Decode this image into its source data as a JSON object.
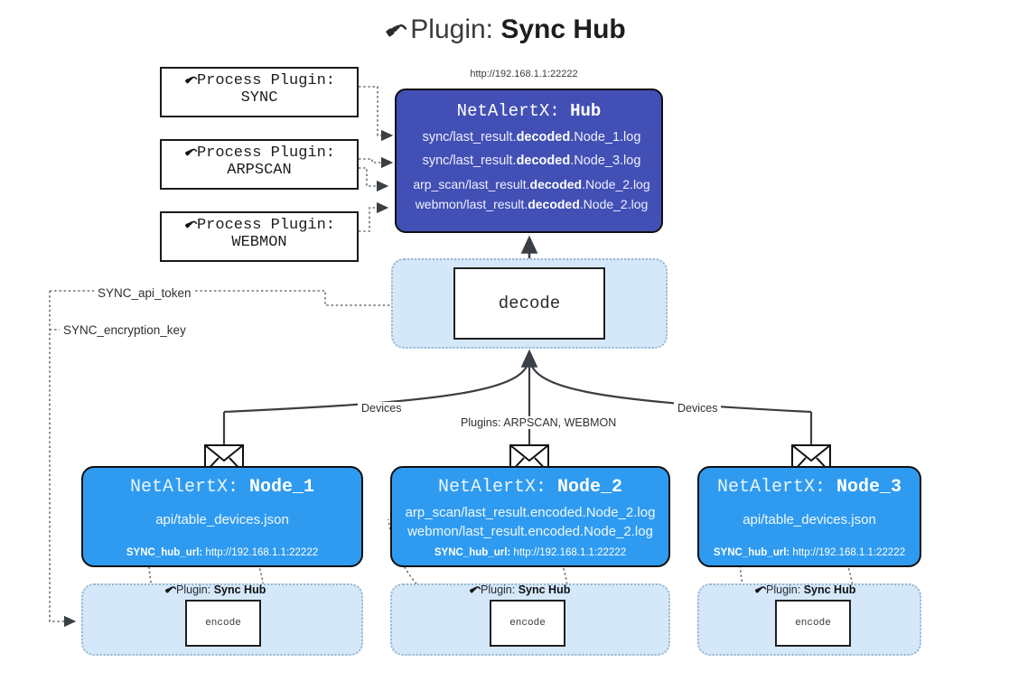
{
  "title": {
    "prefix": "Plugin: ",
    "name": "Sync Hub",
    "icon": "plug-icon"
  },
  "hub": {
    "url": "http://192.168.1.1:22222",
    "title_prefix": "NetAlertX: ",
    "title_name": "Hub",
    "lines": [
      {
        "pre": "sync/last_result.",
        "mid": "decoded",
        "post": ".Node_1.log"
      },
      {
        "pre": "sync/last_result.",
        "mid": "decoded",
        "post": ".Node_3.log"
      },
      {
        "pre": "arp_scan/last_result.",
        "mid": "decoded",
        "post": ".Node_2.log"
      },
      {
        "pre": "webmon/last_result.",
        "mid": "decoded",
        "post": ".Node_2.log"
      }
    ]
  },
  "process_plugins": [
    {
      "line1": "Process Plugin:",
      "line2": "SYNC",
      "icon": "plug-icon"
    },
    {
      "line1": "Process Plugin:",
      "line2": "ARPSCAN",
      "icon": "plug-icon"
    },
    {
      "line1": "Process Plugin:",
      "line2": "WEBMON",
      "icon": "plug-icon"
    }
  ],
  "decode": {
    "label": "decode"
  },
  "tokens": {
    "api_token": "SYNC_api_token",
    "encryption_key": "SYNC_encryption_key"
  },
  "edge_labels": {
    "devices_left": "Devices",
    "devices_right": "Devices",
    "plugins_center": "Plugins: ARPSCAN, WEBMON"
  },
  "nodes": [
    {
      "title_prefix": "NetAlertX: ",
      "title_name": "Node_1",
      "lines": [
        "api/table_devices.json"
      ],
      "url_key": "SYNC_hub_url: ",
      "url_value": "http://192.168.1.1:22222",
      "icon": "envelope-icon"
    },
    {
      "title_prefix": "NetAlertX: ",
      "title_name": "Node_2",
      "lines": [
        "arp_scan/last_result.encoded.Node_2.log",
        "webmon/last_result.encoded.Node_2.log"
      ],
      "url_key": "SYNC_hub_url: ",
      "url_value": "http://192.168.1.1:22222",
      "icon": "envelope-icon"
    },
    {
      "title_prefix": "NetAlertX: ",
      "title_name": "Node_3",
      "lines": [
        "api/table_devices.json"
      ],
      "url_key": "SYNC_hub_url: ",
      "url_value": "http://192.168.1.1:22222",
      "icon": "envelope-icon"
    }
  ],
  "encoders": [
    {
      "label": "encode",
      "plugin_prefix": "Plugin: ",
      "plugin_name": "Sync Hub",
      "icon": "plug-icon"
    },
    {
      "label": "encode",
      "plugin_prefix": "Plugin: ",
      "plugin_name": "Sync Hub",
      "icon": "plug-icon"
    },
    {
      "label": "encode",
      "plugin_prefix": "Plugin: ",
      "plugin_name": "Sync Hub",
      "icon": "plug-icon"
    }
  ],
  "colors": {
    "hub_blue": "#4250b5",
    "node_blue": "#2f9bf0",
    "container_blue": "#d4e8fa",
    "border_dark": "#101010",
    "edge_gray": "#3a3f44"
  }
}
